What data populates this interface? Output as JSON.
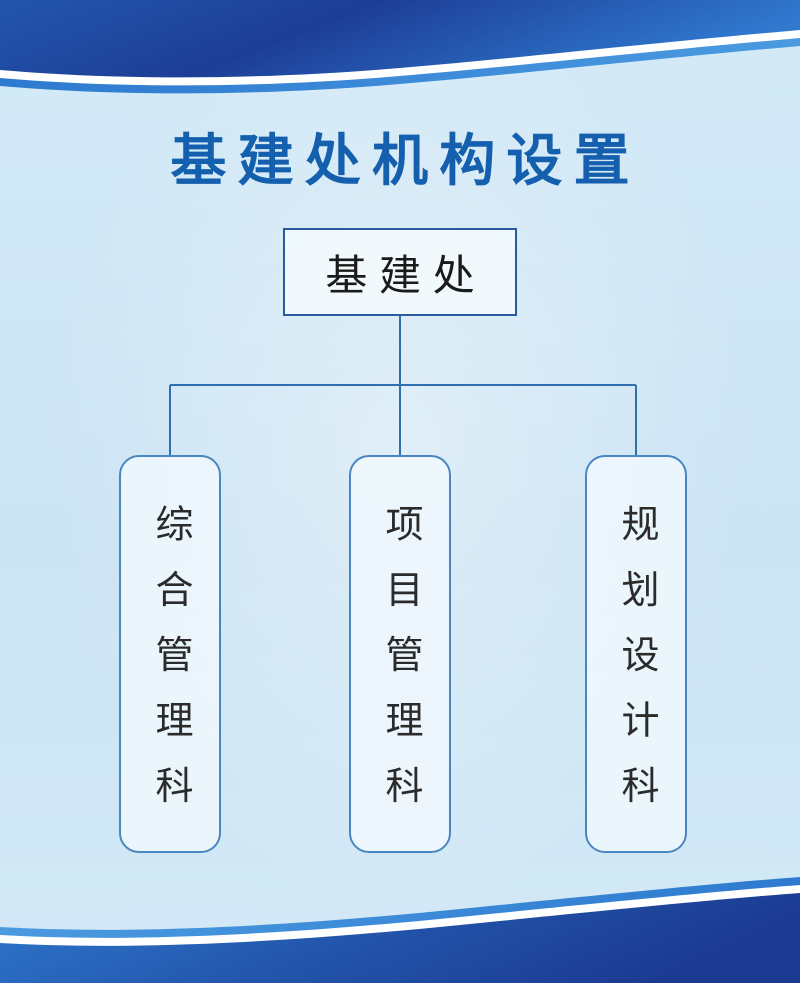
{
  "page": {
    "title": "基建处机构设置"
  },
  "org_chart": {
    "root": {
      "label": "基 建 处"
    },
    "departments": [
      {
        "label": "综合管理科"
      },
      {
        "label": "项目管理科"
      },
      {
        "label": "规划设计科"
      }
    ]
  },
  "colors": {
    "title_text": "#1460ae",
    "wave_navy": "#1d3e97",
    "wave_blue": "#2e7ad0",
    "wave_white_stripe": "#ffffff",
    "connector_line": "#2f6fb0",
    "box_border": "#4a86c0",
    "root_box_border": "#2a5c9d",
    "box_fill": "#f0f8fd",
    "background_light_blue": "#cfe6f4"
  }
}
